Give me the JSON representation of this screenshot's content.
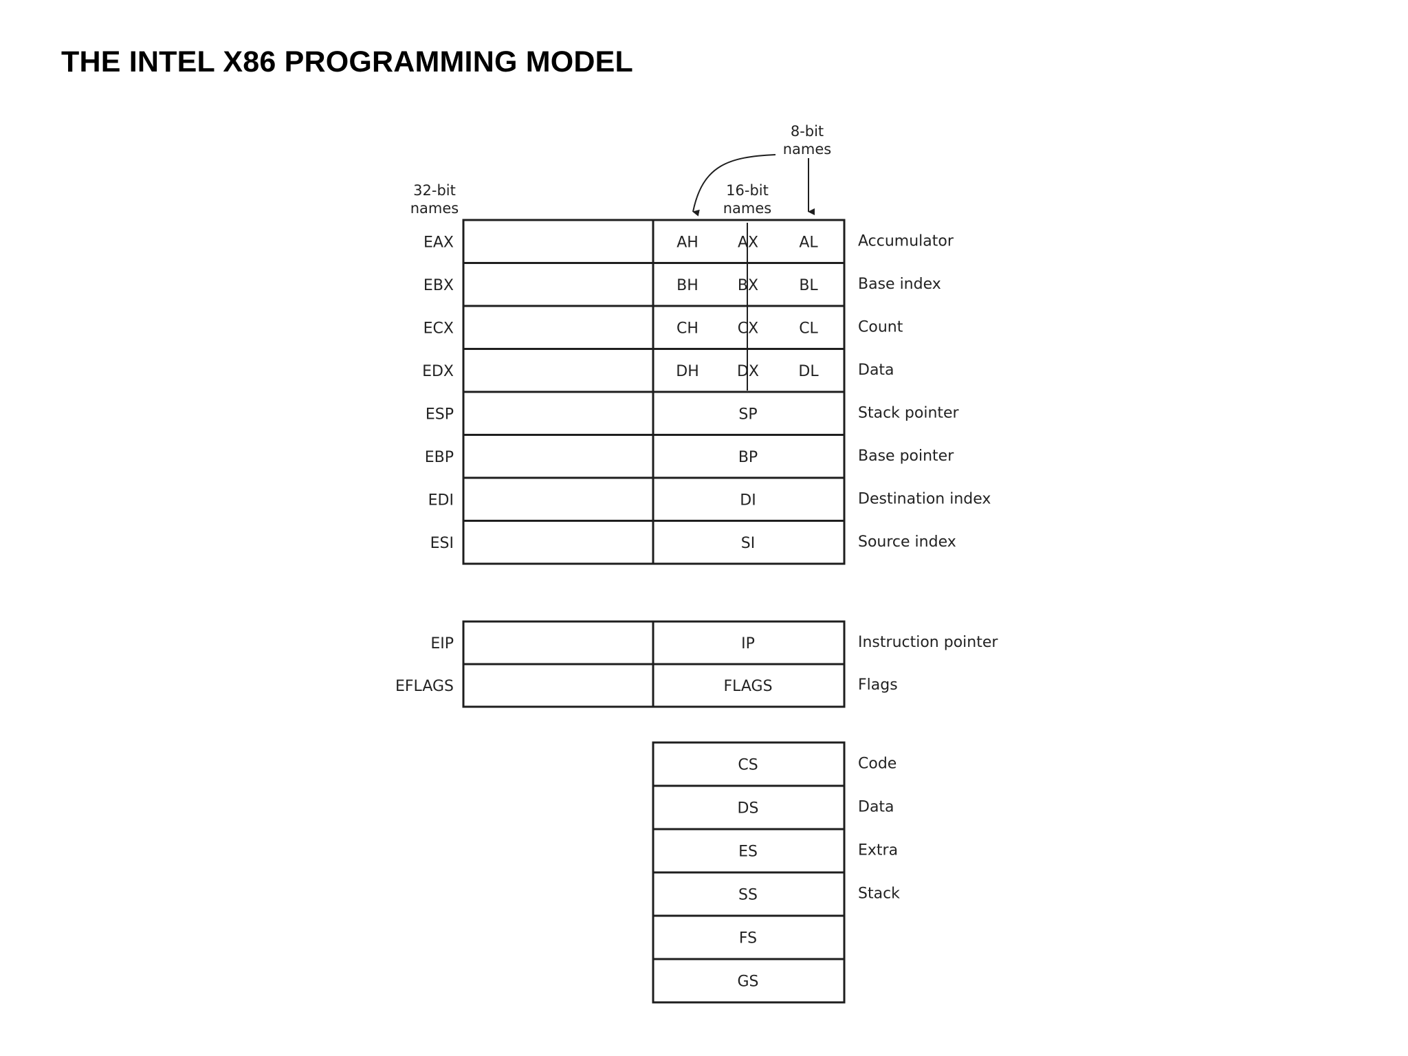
{
  "title": "THE INTEL X86 PROGRAMMING MODEL",
  "headers": {
    "bit8_line1": "8-bit",
    "bit8_line2": "names",
    "bit16_line1": "16-bit",
    "bit16_line2": "names",
    "bit32_line1": "32-bit",
    "bit32_line2": "names"
  },
  "general_registers": [
    {
      "name32": "EAX",
      "high8": "AH",
      "name16": "AX",
      "low8": "AL",
      "description": "Accumulator"
    },
    {
      "name32": "EBX",
      "high8": "BH",
      "name16": "BX",
      "low8": "BL",
      "description": "Base index"
    },
    {
      "name32": "ECX",
      "high8": "CH",
      "name16": "CX",
      "low8": "CL",
      "description": "Count"
    },
    {
      "name32": "EDX",
      "high8": "DH",
      "name16": "DX",
      "low8": "DL",
      "description": "Data"
    },
    {
      "name32": "ESP",
      "name16": "SP",
      "description": "Stack pointer"
    },
    {
      "name32": "EBP",
      "name16": "BP",
      "description": "Base pointer"
    },
    {
      "name32": "EDI",
      "name16": "DI",
      "description": "Destination index"
    },
    {
      "name32": "ESI",
      "name16": "SI",
      "description": "Source index"
    }
  ],
  "control_registers": [
    {
      "name32": "EIP",
      "name16": "IP",
      "description": "Instruction pointer"
    },
    {
      "name32": "EFLAGS",
      "name16": "FLAGS",
      "description": "Flags"
    }
  ],
  "segment_registers": [
    {
      "name16": "CS",
      "description": "Code"
    },
    {
      "name16": "DS",
      "description": "Data"
    },
    {
      "name16": "ES",
      "description": "Extra"
    },
    {
      "name16": "SS",
      "description": "Stack"
    },
    {
      "name16": "FS"
    },
    {
      "name16": "GS"
    }
  ]
}
